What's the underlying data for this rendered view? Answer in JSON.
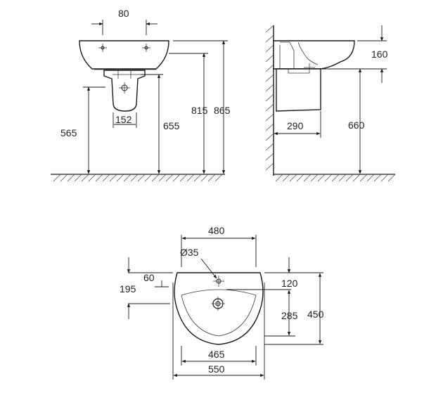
{
  "front_view": {
    "dim_tap_spacing": "80",
    "dim_trap_width": "152",
    "dim_pedestal_height": "565",
    "dim_waste_height": "655",
    "dim_rim_height": "815",
    "dim_overall_height": "865"
  },
  "side_view": {
    "dim_basin_depth": "160",
    "dim_pedestal_projection": "290",
    "dim_pedestal_height": "660"
  },
  "plan_view": {
    "dim_bowl_width": "480",
    "dim_tap_hole_diameter": "Ø35",
    "dim_tap_offset": "60",
    "dim_back_to_waste": "195",
    "dim_tap_to_front": "120",
    "dim_bowl_depth": "285",
    "dim_overall_depth": "450",
    "dim_inner_width": "465",
    "dim_overall_width": "550"
  },
  "colors": {
    "line": "#1a1a1a",
    "text": "#222222",
    "background": "#ffffff"
  }
}
